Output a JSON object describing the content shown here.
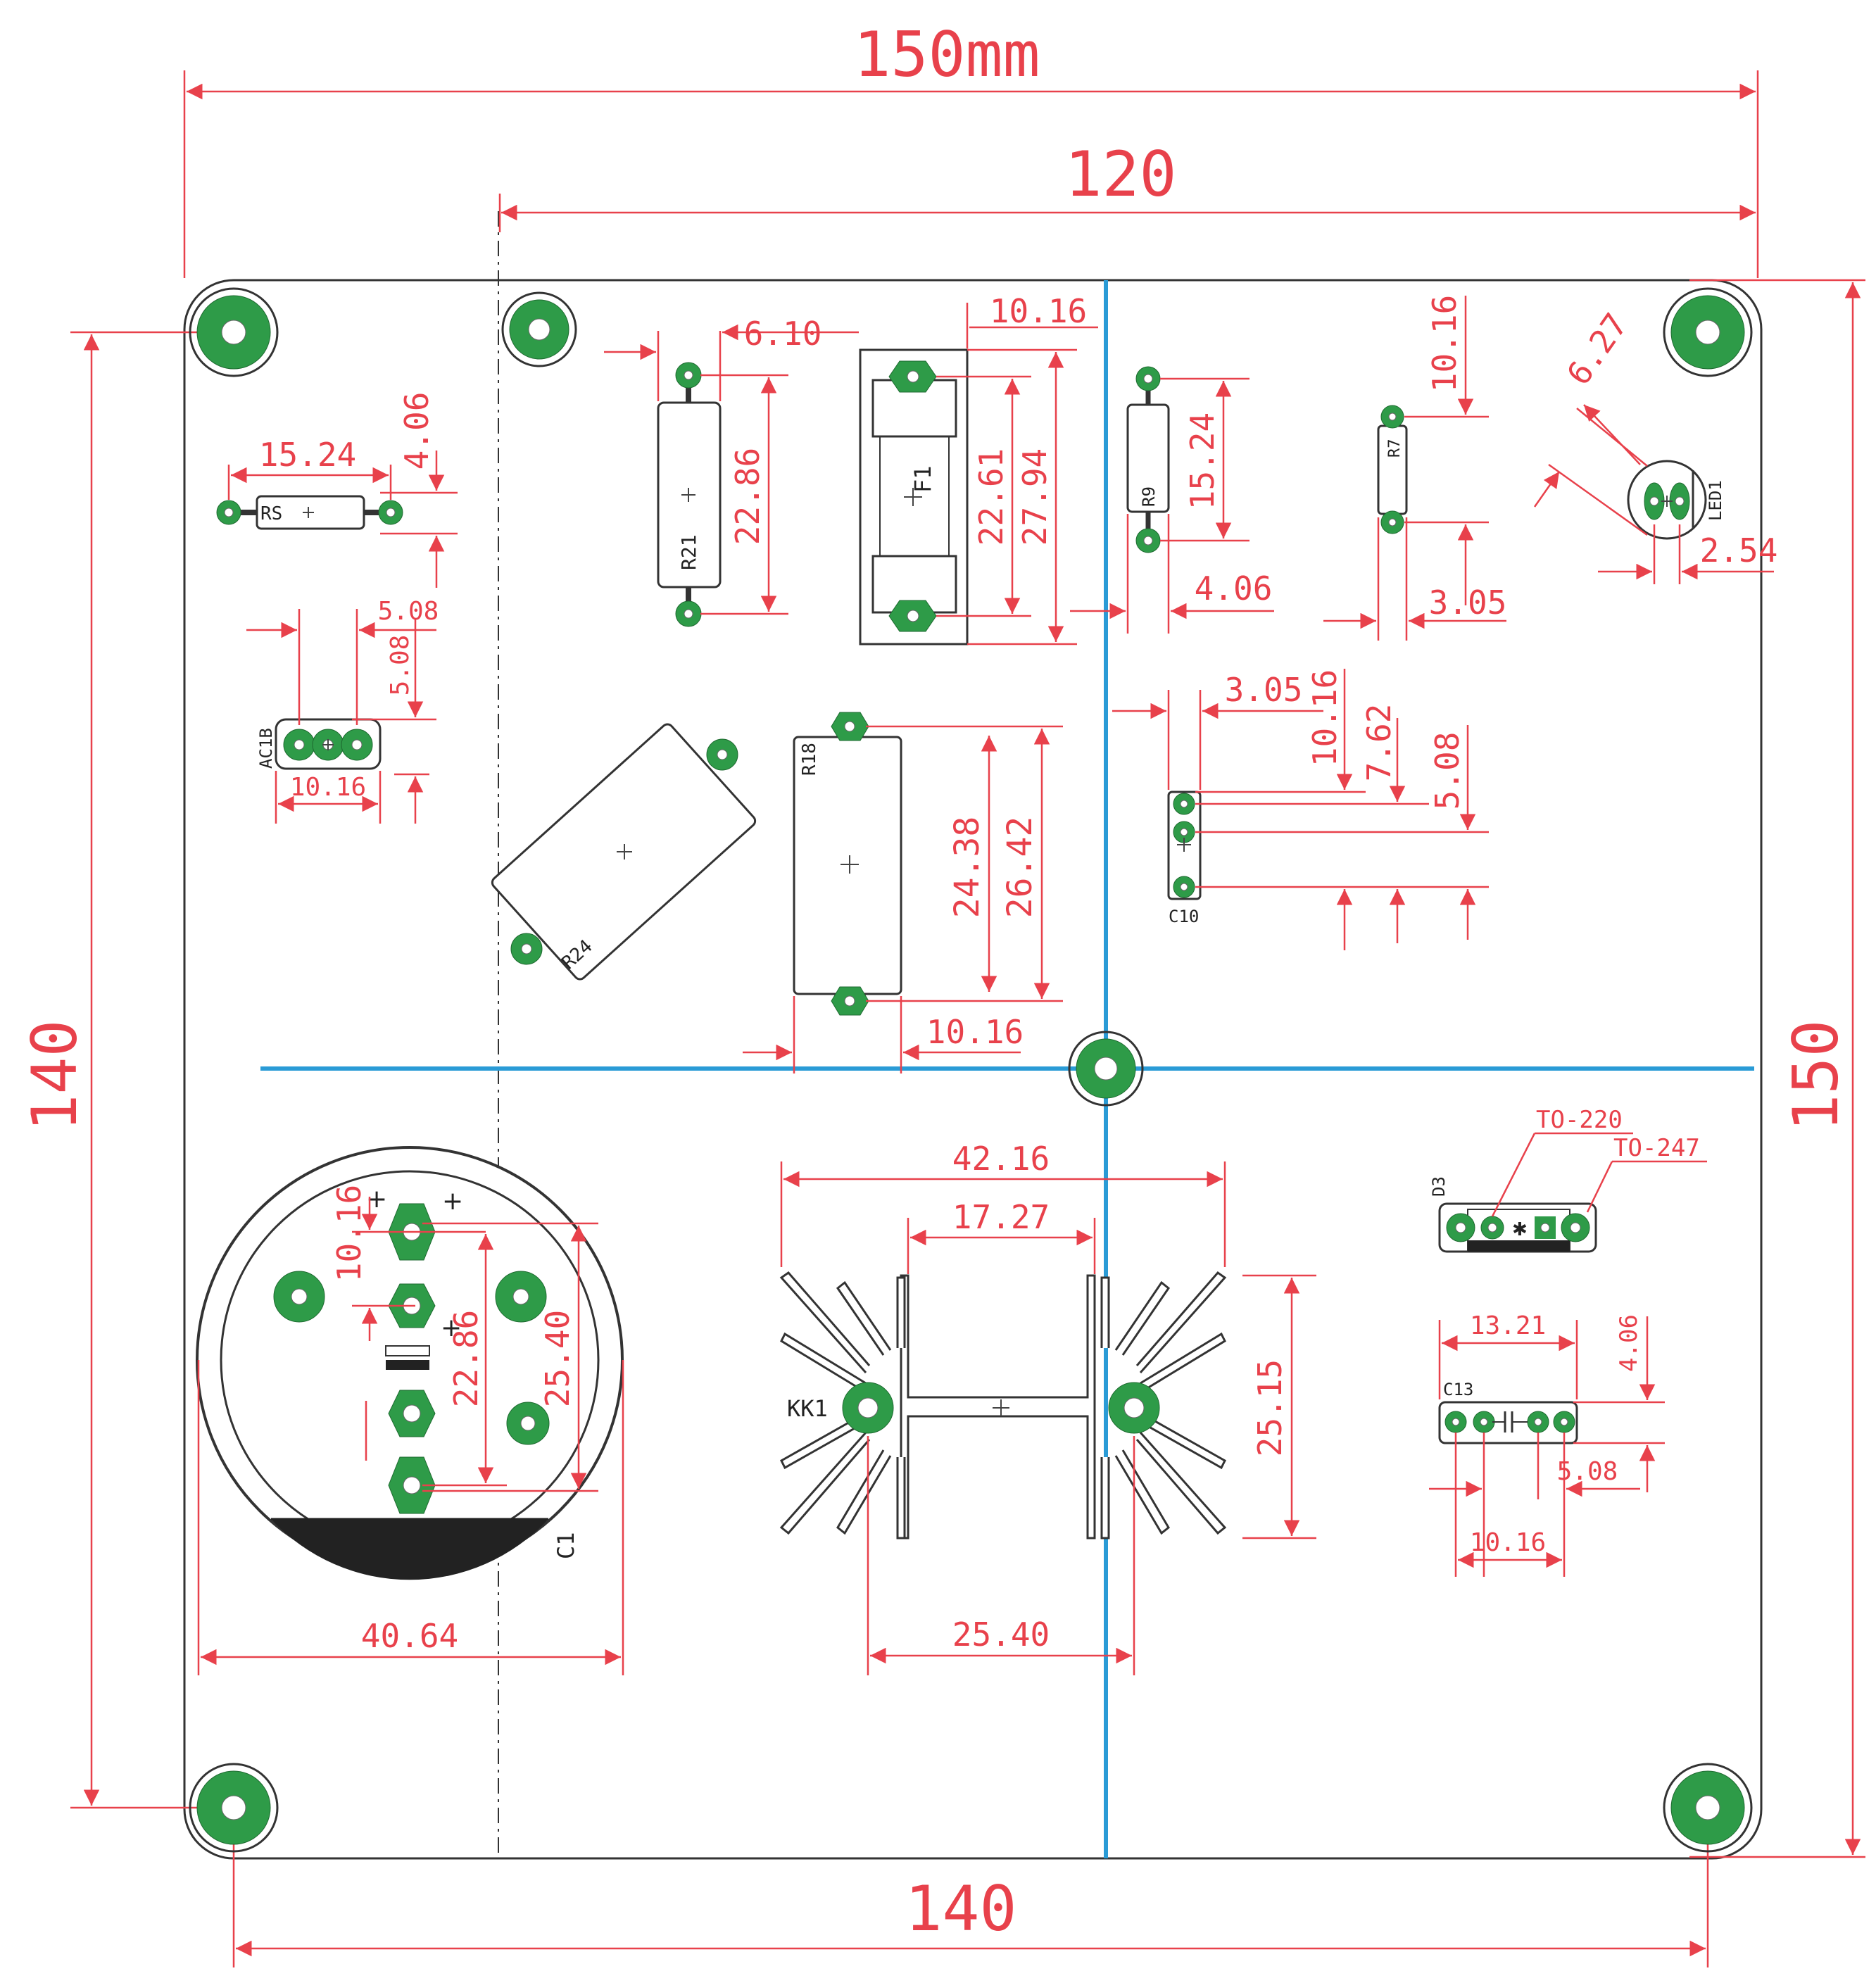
{
  "colors": {
    "dimension": "#e8414b",
    "center_line": "#2a9bd6",
    "pad": "#2e9b48",
    "outline": "#333333",
    "background": "#ffffff"
  },
  "board": {
    "width_label": "150mm",
    "inner_width_label": "120",
    "height_left_label": "140",
    "height_right_label": "150",
    "bottom_width_label": "140"
  },
  "components": {
    "rs": {
      "ref": "RS",
      "pitch": "15.24",
      "height": "4.06"
    },
    "ac1b": {
      "ref": "AC1B",
      "pitch_a": "5.08",
      "pitch_b": "5.08",
      "width": "10.16"
    },
    "r21": {
      "ref": "R21",
      "offset": "6.10",
      "pitch": "22.86"
    },
    "f1": {
      "ref": "F1",
      "offset": "10.16",
      "pitch": "22.61",
      "outline": "27.94"
    },
    "r9": {
      "ref": "R9",
      "pitch": "15.24",
      "width": "4.06"
    },
    "r7": {
      "ref": "R7",
      "pitch": "10.16",
      "width": "3.05"
    },
    "led1": {
      "ref": "LED1",
      "diameter": "6.27",
      "pitch": "2.54"
    },
    "r24": {
      "ref": "R24"
    },
    "r18": {
      "ref": "R18",
      "pitch": "24.38",
      "outline": "26.42",
      "width": "10.16"
    },
    "c10": {
      "ref": "C10",
      "offset": "3.05",
      "d1": "10.16",
      "d2": "7.62",
      "d3": "5.08"
    },
    "c1": {
      "ref": "C1",
      "d1": "10.16",
      "d2": "22.86",
      "d3": "25.40",
      "diameter": "40.64"
    },
    "kk1": {
      "ref": "KK1",
      "width": "42.16",
      "inner": "17.27",
      "height": "25.15",
      "pitch": "25.40"
    },
    "d3": {
      "ref": "D3",
      "pkg1": "TO-220",
      "pkg2": "TO-247"
    },
    "c13": {
      "ref": "C13",
      "width": "13.21",
      "height": "4.06",
      "p1": "5.08",
      "p2": "10.16"
    }
  }
}
